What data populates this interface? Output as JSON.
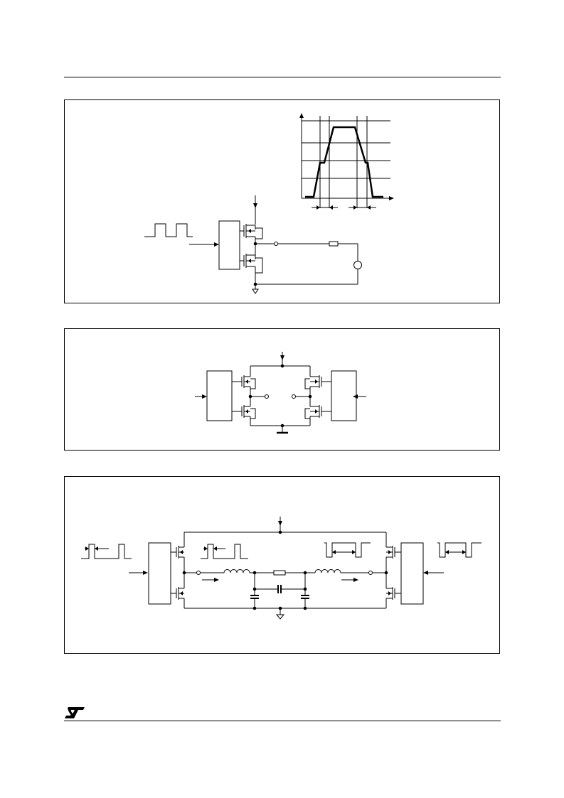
{
  "page": {
    "logo": {
      "name": "st-logo",
      "text": "ST"
    }
  },
  "figures": [
    {
      "id": "fig1",
      "content": "output-stage-with-voltage-waveform"
    },
    {
      "id": "fig2",
      "content": "h-bridge-full-bridge"
    },
    {
      "id": "fig3",
      "content": "h-bridge-with-lc-filter"
    }
  ],
  "icons": {
    "square-wave": "square-wave-icon",
    "mosfet": "mosfet-icon",
    "resistor": "resistor-icon",
    "inductor": "inductor-icon",
    "capacitor": "capacitor-icon",
    "ground": "ground-icon",
    "source": "source-circle-icon"
  }
}
